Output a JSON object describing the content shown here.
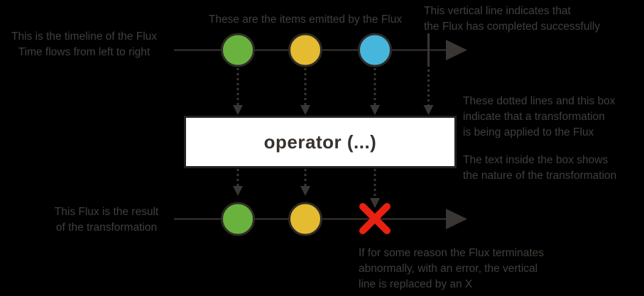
{
  "annotations": {
    "timeline": "This is the timeline of the Flux\nTime flows from left to right",
    "items": "These are the items emitted by the Flux",
    "complete": "This vertical line indicates that\nthe Flux has completed successfully",
    "transformation": "These dotted lines and this box\nindicate that a transformation\nis being applied to the Flux",
    "box_text": "The text inside the box shows\nthe nature of the transformation",
    "result": "This Flux is the result\nof the transformation",
    "error": "If for some reason the Flux terminates\nabnormally, with an error, the vertical\nline is replaced by an X"
  },
  "operator": {
    "label": "operator (...)"
  },
  "marbles": {
    "input": [
      "green",
      "yellow",
      "blue"
    ],
    "input_terminal": "complete",
    "output": [
      "green",
      "yellow"
    ],
    "output_terminal": "error"
  },
  "colors": {
    "background": "#000000",
    "text": "#433e3b",
    "line": "#3a3633",
    "marbleBorder": "#2e2a27",
    "green": "#69b23e",
    "yellow": "#e5bb31",
    "blue": "#47b6dc",
    "red": "#e82111",
    "boxBg": "#ffffff",
    "boxBorder": "#262220",
    "operatorText": "#37322e"
  }
}
